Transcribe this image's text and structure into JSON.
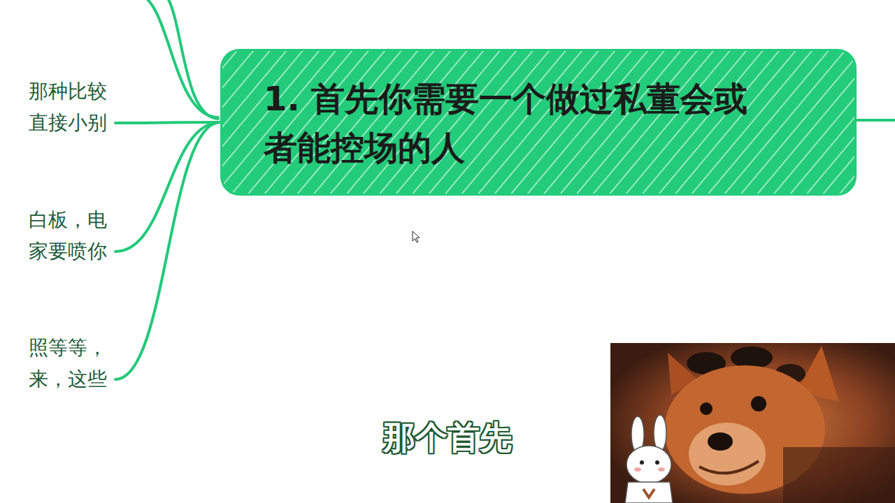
{
  "diagram": {
    "nodes": [
      {
        "text": [
          "1. 首先你需要一个做过私董会或者能控场的人"
        ]
      },
      {
        "text": [
          "那种比较 直接小别"
        ]
      },
      {
        "text": [
          "白板，电 家要喷你"
        ]
      },
      {
        "text": [
          "照等等， 来，这些"
        ]
      }
    ],
    "edges": [
      {
        "from": 0,
        "to": 1,
        "arrow": "none"
      },
      {
        "from": 0,
        "to": 2,
        "arrow": "none"
      },
      {
        "from": 0,
        "to": 3,
        "arrow": "none"
      }
    ],
    "labels": [
      "那个首先"
    ]
  }
}
